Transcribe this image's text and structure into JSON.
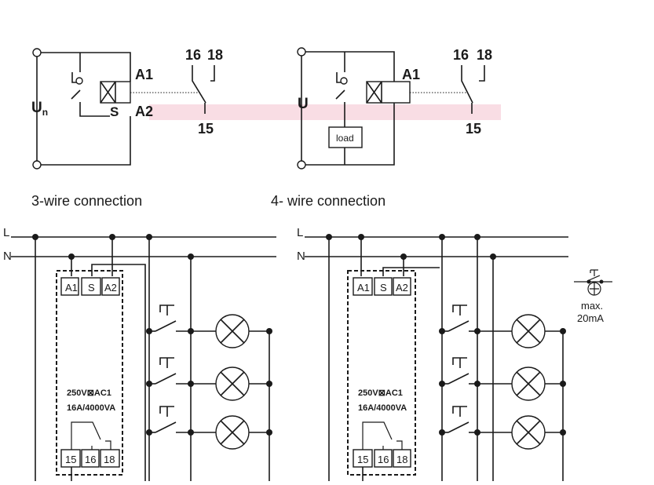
{
  "top_left": {
    "label_a1": "A1",
    "label_a2": "A2",
    "label_s": "S",
    "label_un": "U",
    "label_un_sub": "n",
    "contact_16": "16",
    "contact_18": "18",
    "contact_15": "15",
    "caption": "3-wire connection"
  },
  "top_right": {
    "label_a1": "A1",
    "label_u": "U",
    "load": "load",
    "contact_16": "16",
    "contact_18": "18",
    "contact_15": "15",
    "caption": "4- wire connection"
  },
  "bottom_left": {
    "line_l": "L",
    "line_n": "N",
    "terminals_top": [
      "A1",
      "S",
      "A2"
    ],
    "rating_1": "250V⊠AC1",
    "rating_2": "16A/4000VA",
    "terminals_bottom": [
      "15",
      "16",
      "18"
    ]
  },
  "bottom_right": {
    "line_l": "L",
    "line_n": "N",
    "terminals_top": [
      "A1",
      "S",
      "A2"
    ],
    "rating_1": "250V⊠AC1",
    "rating_2": "16A/4000VA",
    "terminals_bottom": [
      "15",
      "16",
      "18"
    ],
    "illuminated_note_1": "max.",
    "illuminated_note_2": "20mA"
  },
  "highlight_color": "#f9dde4"
}
